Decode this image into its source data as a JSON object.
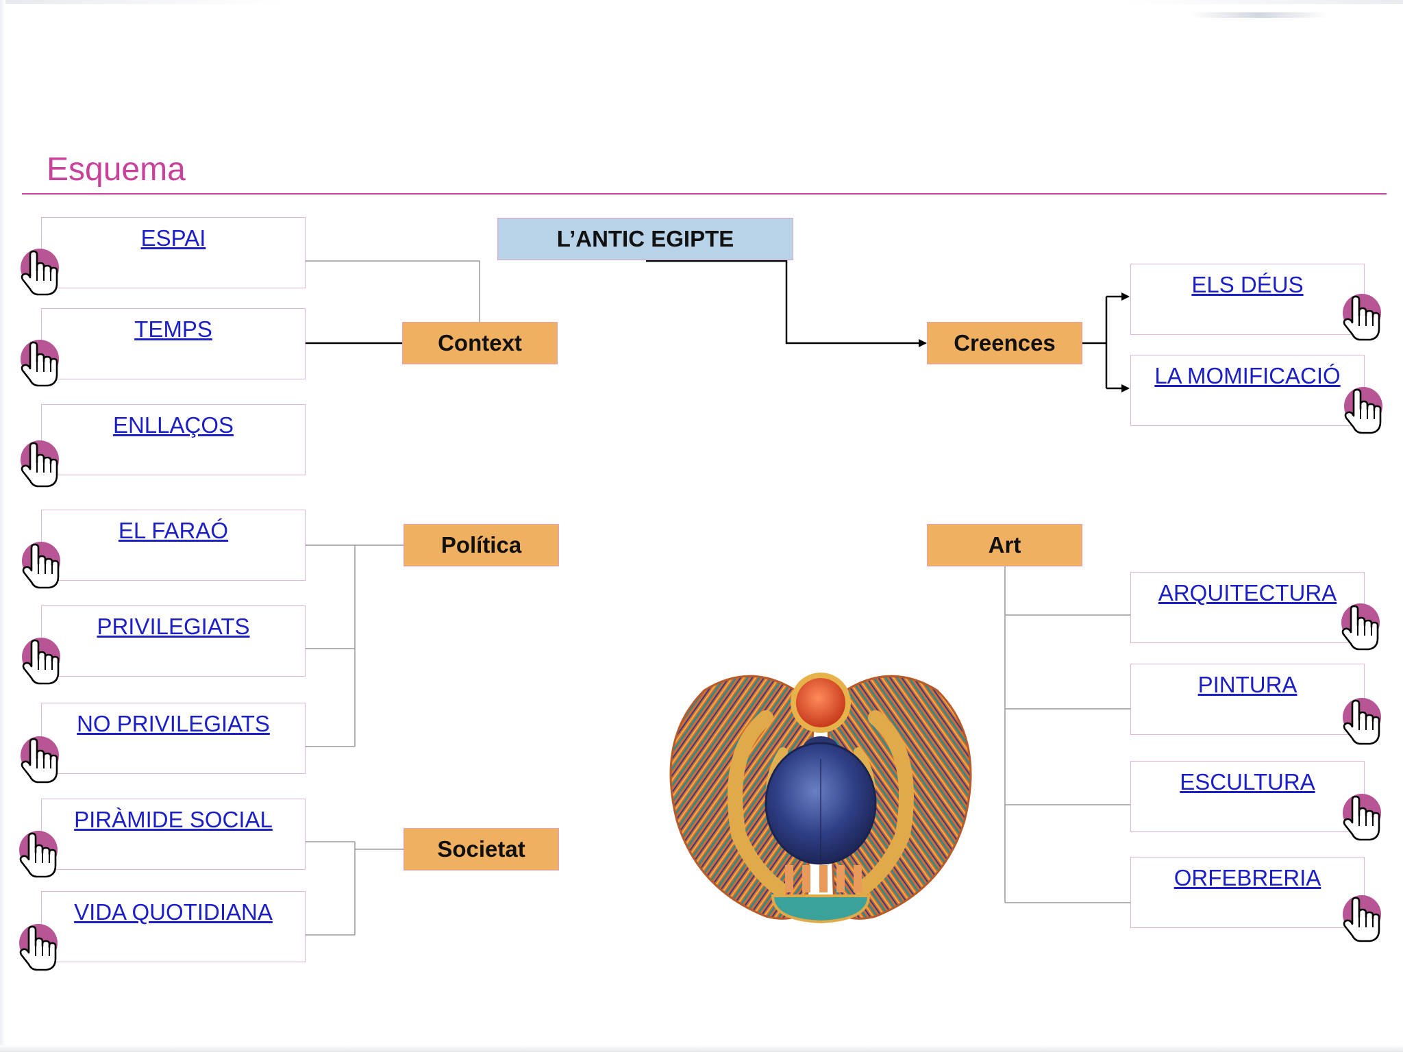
{
  "page": {
    "title": "Esquema"
  },
  "root": {
    "label": "L’ANTIC EGIPTE"
  },
  "categories": {
    "context": "Context",
    "creences": "Creences",
    "politica": "Política",
    "art": "Art",
    "societat": "Societat"
  },
  "links": {
    "espai": "ESPAI",
    "temps": "TEMPS",
    "enllacos": "ENLLAÇOS",
    "farao": "EL FARAÓ",
    "privilegiats": "PRIVILEGIATS",
    "no_privilegiats": "NO PRIVILEGIATS",
    "piramide": "PIRÀMIDE SOCIAL",
    "vida": "VIDA QUOTIDIANA",
    "deus": "ELS DÉUS",
    "momificacio": "LA MOMIFICACIÓ",
    "arquitectura": "ARQUITECTURA",
    "pintura": "PINTURA",
    "escultura": "ESCULTURA",
    "orfebreria": "ORFEBRERIA"
  },
  "colors": {
    "title": "#c7429a",
    "link": "#1b1fc4",
    "category_fill": "#f0b061",
    "root_fill": "#b8d2e7",
    "hand_circle": "#b85595",
    "box_border": "#e2b6d3"
  },
  "icons": {
    "link_button": "pointing-hand-icon",
    "illustration": "scarab-pectoral-image"
  }
}
